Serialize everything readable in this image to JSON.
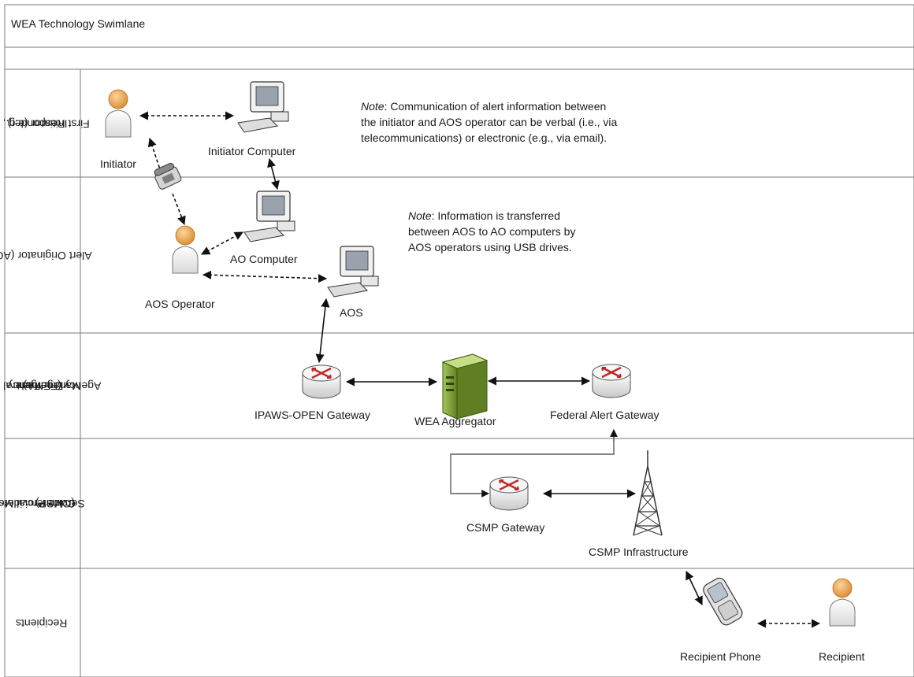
{
  "title": "WEA Technology Swimlane",
  "lanes": [
    {
      "id": "initiator",
      "label_lines": [
        "Initiator (e.g.,",
        "First Responder)"
      ]
    },
    {
      "id": "ao",
      "label_lines": [
        "Alert Originator (AO)"
      ]
    },
    {
      "id": "fema",
      "label_lines": [
        "Federal",
        "Emergency",
        "Management",
        "Agency (FEMA)"
      ]
    },
    {
      "id": "cmsp",
      "label_lines": [
        "Commercial Mobile",
        "Service Providers",
        "(CMSP)"
      ]
    },
    {
      "id": "recipients",
      "label_lines": [
        "Recipients"
      ]
    }
  ],
  "nodes": {
    "initiator": "Initiator",
    "initiator_computer": "Initiator Computer",
    "ao_computer": "AO Computer",
    "aos_operator": "AOS Operator",
    "aos": "AOS",
    "ipaws_gateway": "IPAWS-OPEN Gateway",
    "wea_aggregator": "WEA Aggregator",
    "federal_alert_gateway": "Federal Alert Gateway",
    "csmp_gateway": "CSMP Gateway",
    "csmp_infrastructure": "CSMP Infrastructure",
    "recipient_phone": "Recipient Phone",
    "recipient": "Recipient"
  },
  "notes": {
    "note1": {
      "prefix": "Note",
      "lines": [
        ": Communication of alert information between",
        "the initiator and AOS operator can be verbal (i.e., via",
        "telecommunications) or electronic (e.g., via email)."
      ]
    },
    "note2": {
      "prefix": "Note",
      "lines": [
        ": Information is transferred",
        "between AOS to AO computers by",
        "AOS operators using USB drives."
      ]
    }
  },
  "colors": {
    "person_head": "#e8a04a",
    "router_red": "#c0282a",
    "server_green": "#7fa33a",
    "border": "#7a7a7a"
  }
}
